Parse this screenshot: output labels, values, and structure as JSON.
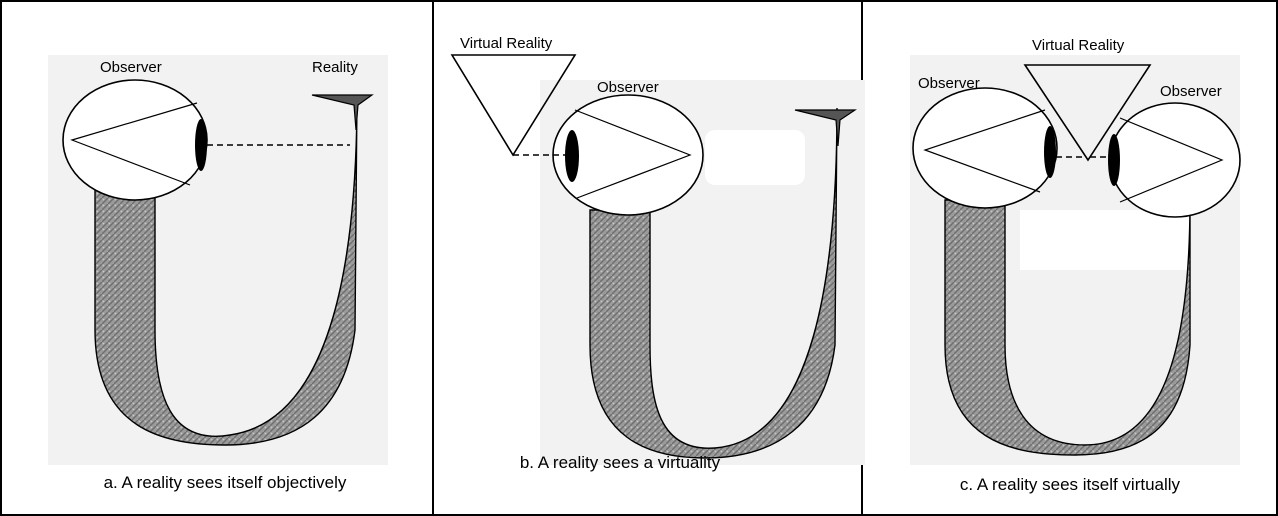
{
  "panels": [
    {
      "caption": "a. A reality sees itself objectively",
      "labels": {
        "observer": "Observer",
        "reality": "Reality"
      }
    },
    {
      "caption": "b. A reality sees a virtuality",
      "labels": {
        "virtual_reality": "Virtual Reality",
        "observer": "Observer"
      }
    },
    {
      "caption": "c. A reality sees itself virtually",
      "labels": {
        "observer_left": "Observer",
        "virtual_reality": "Virtual Reality",
        "observer_right": "Observer"
      }
    }
  ]
}
